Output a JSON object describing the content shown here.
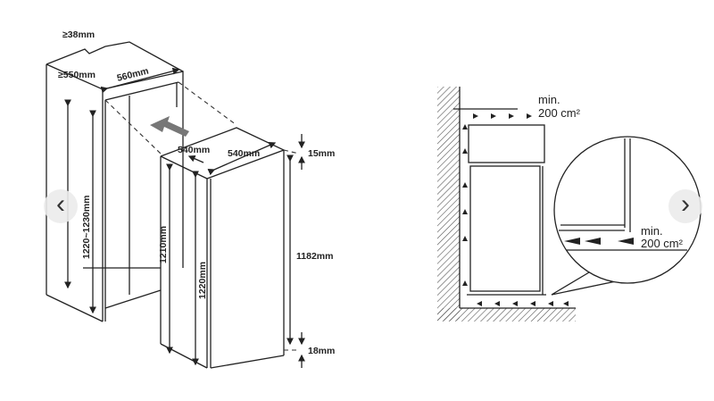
{
  "carousel": {
    "prev_label": "‹",
    "next_label": "›"
  },
  "diagram_left": {
    "labels": {
      "min_gap_top": "≥38mm",
      "min_depth": "≥550mm",
      "niche_width": "560mm",
      "appliance_depth": "540mm",
      "appliance_width": "540mm",
      "top_gap": "15mm",
      "niche_height": "1220~1230mm",
      "inner_height": "1210mm",
      "appliance_height": "1220mm",
      "door_height": "1182mm",
      "bottom_gap": "18mm"
    }
  },
  "diagram_right": {
    "top_vent": {
      "line1": "min.",
      "line2": "200 cm²"
    },
    "bottom_vent": {
      "line1": "min.",
      "line2": "200 cm²"
    }
  }
}
